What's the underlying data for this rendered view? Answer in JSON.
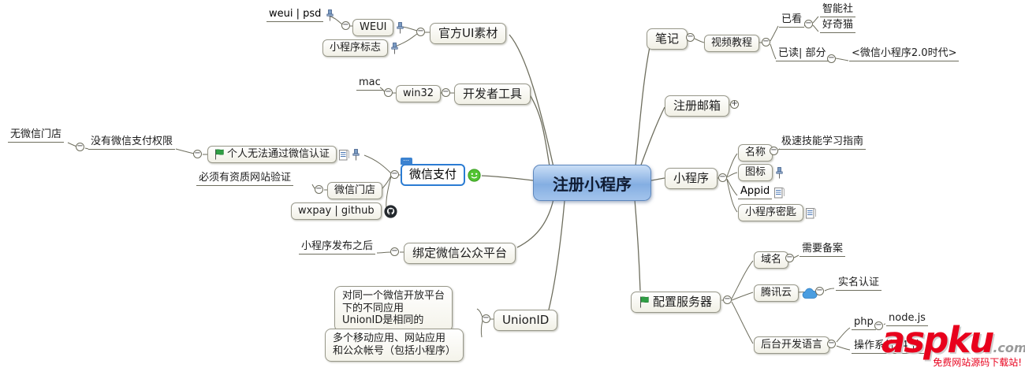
{
  "root": {
    "label": "注册小程序"
  },
  "topics": {
    "ui_assets": "官方UI素材",
    "weui": "WEUI",
    "weui_psd": "weui | psd",
    "mini_logo": "小程序标志",
    "dev_tools": "开发者工具",
    "win32": "win32",
    "mac": "mac",
    "wechat_pay": "微信支付",
    "personal_cert": "个人无法通过微信认证",
    "no_pay_perm": "没有微信支付权限",
    "no_store": "无微信门店",
    "store": "微信门店",
    "qualified_site": "必须有资质网站验证",
    "wxpay_github": "wxpay | github",
    "bind_mp": "绑定微信公众平台",
    "after_publish": "小程序发布之后",
    "unionid": "UnionID",
    "unionid_note1": "对同一个微信开放平台\n下的不同应用\nUnionID是相同的",
    "unionid_note2": "多个移动应用、网站应用\n和公众帐号（包括小程序）",
    "notes": "笔记",
    "video_tutorial": "视频教程",
    "watched": "已看",
    "zhinengshe": "智能社",
    "haoqimao": "好奇猫",
    "read_partial": "已读| 部分",
    "book": "<微信小程序2.0时代>",
    "reg_email": "注册邮箱",
    "mini_program": "小程序",
    "name": "名称",
    "name_value": "极速技能学习指南",
    "icon": "图标",
    "appid": "Appid",
    "app_secret": "小程序密匙",
    "config_server": "配置服务器",
    "domain": "域名",
    "beian": "需要备案",
    "tencent_cloud": "腾讯云",
    "realname": "实名认证",
    "backend_lang": "后台开发语言",
    "php": "php",
    "nodejs": "node.js",
    "os64": "操作系统64 位"
  },
  "controls": {
    "collapse": "−",
    "expand": "+",
    "ellipsis": "⋯"
  },
  "icons": [
    "attachment-icon",
    "notes-icon",
    "flag-icon",
    "wechat-icon",
    "github-icon",
    "cloud-icon"
  ],
  "colors": {
    "root_fill": "#84aee2",
    "root_border": "#5d87bd",
    "line": "#6e6e5e",
    "selection": "#2b7cd3",
    "flag_green": "#2f9e44",
    "watermark_red": "#e8001c"
  },
  "watermark": {
    "brand": "aspku",
    "tld": ".com",
    "tagline": "免费网站源码下载站!"
  }
}
